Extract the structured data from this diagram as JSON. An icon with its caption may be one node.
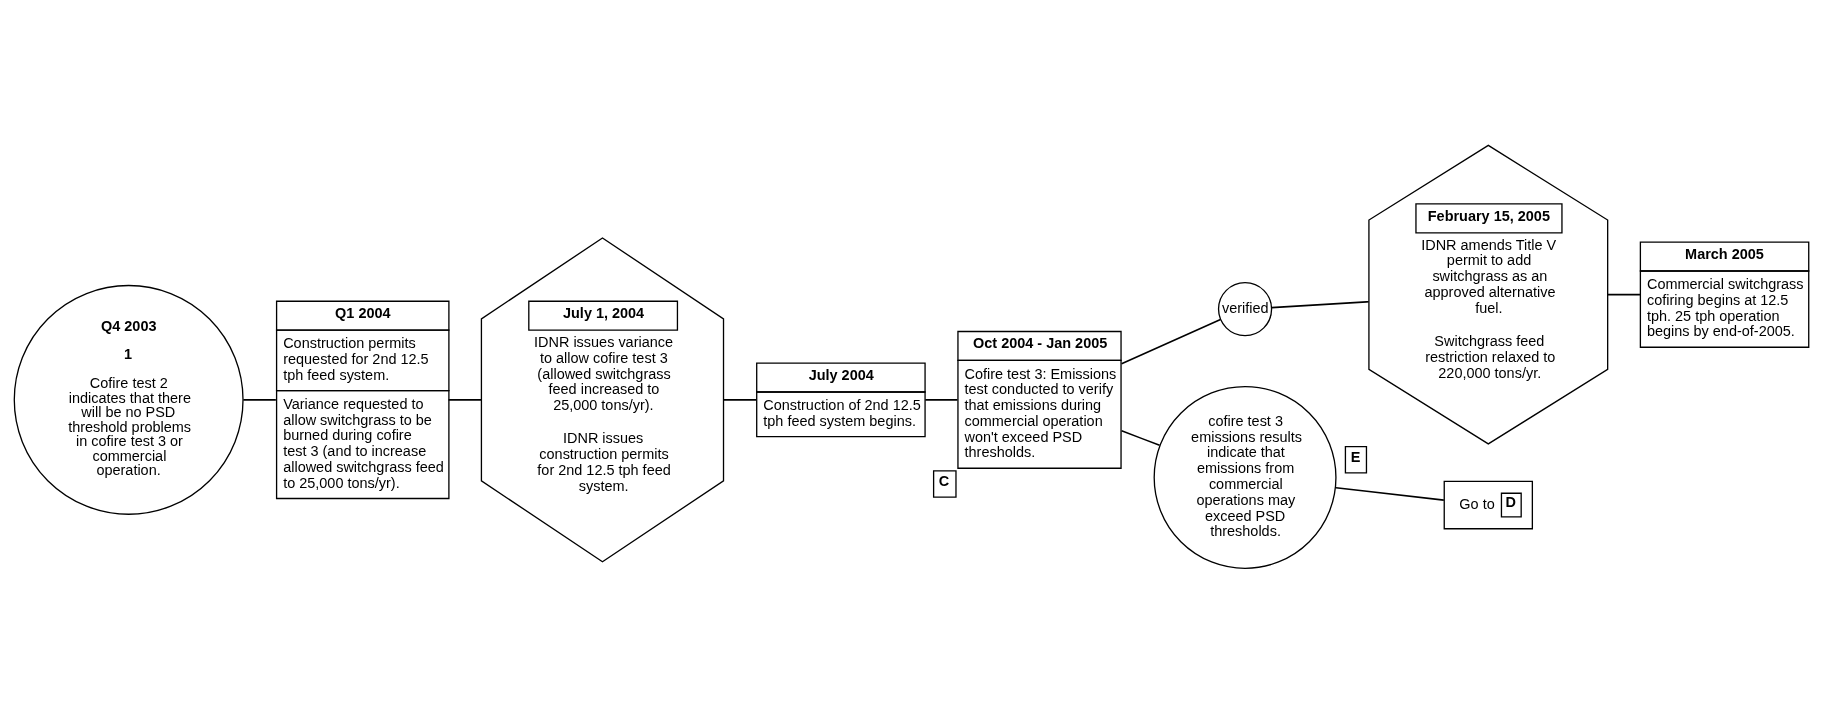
{
  "diagram": {
    "nodes": [
      {
        "text": [
          "Q4 2003",
          "1",
          "Cofire test 2 indicates that there will be no PSD threshold problems in cofire test 3 or commercial operation."
        ]
      },
      {
        "text": [
          "Q1 2004",
          "Construction permits requested for 2nd 12.5 tph feed system.",
          "Variance requested to allow switchgrass to be burned during cofire test 3 (and to increase allowed switchgrass feed to 25,000 tons/yr)."
        ]
      },
      {
        "text": [
          "July 1, 2004",
          "IDNR issues variance to allow cofire test 3 (allowed switchgrass feed increased to 25,000 tons/yr).",
          "IDNR issues construction permits for 2nd 12.5 tph feed system."
        ]
      },
      {
        "text": [
          "July 2004",
          "Construction of 2nd 12.5 tph feed system begins."
        ]
      },
      {
        "text": [
          "Oct 2004 - Jan 2005",
          "Cofire test 3: Emissions test conducted to verify that emissions during commercial operation won't exceed PSD thresholds."
        ],
        "beside": [
          "C"
        ]
      },
      {
        "text": [
          "verified"
        ]
      },
      {
        "text": [
          "February 15, 2005",
          "IDNR amends Title V permit to add switchgrass as an approved alternative fuel.",
          "Switchgrass feed restriction relaxed to 220,000 tons/yr."
        ],
        "beside": [
          "E"
        ]
      },
      {
        "text": [
          "cofire test 3 emissions results indicate that emissions from commercial operations may exceed PSD thresholds."
        ]
      },
      {
        "text": [
          "Go to",
          "D"
        ]
      },
      {
        "text": [
          "March 2005",
          "Commercial switchgrass cofiring begins at 12.5 tph. 25 tph operation begins by end-of-2005."
        ]
      }
    ],
    "edges": [
      {
        "from": 0,
        "to": 1,
        "arrow": "none"
      },
      {
        "from": 1,
        "to": 2,
        "arrow": "none"
      },
      {
        "from": 2,
        "to": 3,
        "arrow": "none"
      },
      {
        "from": 3,
        "to": 4,
        "arrow": "none"
      },
      {
        "from": 4,
        "to": 5,
        "arrow": "none"
      },
      {
        "from": 5,
        "to": 6,
        "arrow": "none"
      },
      {
        "from": 4,
        "to": 7,
        "arrow": "none"
      },
      {
        "from": 7,
        "to": 8,
        "arrow": "none"
      },
      {
        "from": 6,
        "to": 9,
        "arrow": "none"
      }
    ]
  }
}
